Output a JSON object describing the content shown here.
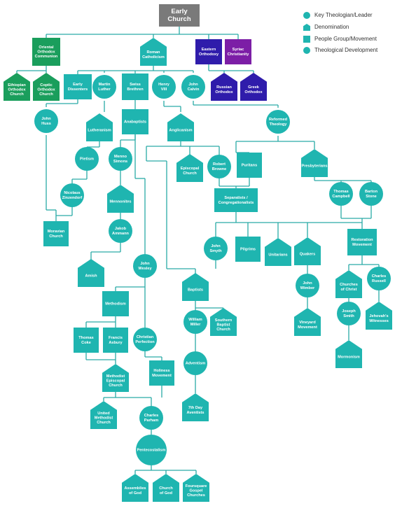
{
  "colors": {
    "teal": "#1fb5b0",
    "green": "#1a9e5c",
    "indigo": "#2f1cab",
    "purple": "#7c1ea6",
    "root": "#7a7a7a",
    "line": "#2aaaa6"
  },
  "legend": [
    {
      "shape": "circle",
      "label": "Key Theologian/Leader"
    },
    {
      "shape": "pentagon",
      "label": "Denomination"
    },
    {
      "shape": "square",
      "label": "People Group/Movement"
    },
    {
      "shape": "circle",
      "label": "Theological Development"
    }
  ],
  "nodes": {
    "early_church": {
      "lines": [
        "Early",
        "Church"
      ],
      "shape": "root",
      "color": "root"
    },
    "oriental": {
      "lines": [
        "Oriental",
        "Orthodox",
        "Communion"
      ],
      "shape": "square",
      "color": "green"
    },
    "roman": {
      "lines": [
        "Roman",
        "Catholicism"
      ],
      "shape": "pentagon",
      "color": "teal"
    },
    "eastern": {
      "lines": [
        "Eastern",
        "Orthodoxy"
      ],
      "shape": "square",
      "color": "indigo"
    },
    "syriac": {
      "lines": [
        "Syriac",
        "Christianity"
      ],
      "shape": "square",
      "color": "purple"
    },
    "ethiopian": {
      "lines": [
        "Ethiopian",
        "Orthodox",
        "Church"
      ],
      "shape": "pentagon",
      "color": "green"
    },
    "coptic": {
      "lines": [
        "Coptic",
        "Orthodox",
        "Church"
      ],
      "shape": "pentagon",
      "color": "green"
    },
    "russian": {
      "lines": [
        "Russian",
        "Orthodox"
      ],
      "shape": "pentagon",
      "color": "indigo"
    },
    "greek": {
      "lines": [
        "Greek",
        "Orthodox"
      ],
      "shape": "pentagon",
      "color": "indigo"
    },
    "early_dissenters": {
      "lines": [
        "Early",
        "Dissenters"
      ],
      "shape": "square",
      "color": "teal"
    },
    "luther": {
      "lines": [
        "Martin",
        "Luther"
      ],
      "shape": "circle",
      "color": "teal"
    },
    "swiss": {
      "lines": [
        "Swiss",
        "Brethren"
      ],
      "shape": "square",
      "color": "teal"
    },
    "henry": {
      "lines": [
        "Henry",
        "VIII"
      ],
      "shape": "circle",
      "color": "teal"
    },
    "calvin": {
      "lines": [
        "John",
        "Calvin"
      ],
      "shape": "circle",
      "color": "teal"
    },
    "huss": {
      "lines": [
        "John",
        "Huss"
      ],
      "shape": "circle",
      "color": "teal"
    },
    "lutheranism": {
      "lines": [
        "Lutheranism"
      ],
      "shape": "pentagon",
      "color": "teal"
    },
    "anabaptists": {
      "lines": [
        "Anabaptists"
      ],
      "shape": "square",
      "color": "teal"
    },
    "anglicanism": {
      "lines": [
        "Anglicanism"
      ],
      "shape": "pentagon",
      "color": "teal"
    },
    "reformed": {
      "lines": [
        "Reformed",
        "Theology"
      ],
      "shape": "circle",
      "color": "teal"
    },
    "pietism": {
      "lines": [
        "Pietism"
      ],
      "shape": "circle",
      "color": "teal"
    },
    "menno": {
      "lines": [
        "Menno",
        "Simons"
      ],
      "shape": "circle",
      "color": "teal"
    },
    "episcopal": {
      "lines": [
        "Episcopal",
        "Church"
      ],
      "shape": "pentagon",
      "color": "teal"
    },
    "browne": {
      "lines": [
        "Robert",
        "Browne"
      ],
      "shape": "circle",
      "color": "teal"
    },
    "puritans": {
      "lines": [
        "Puritans"
      ],
      "shape": "square",
      "color": "teal"
    },
    "presbyterians": {
      "lines": [
        "Presbyterians"
      ],
      "shape": "pentagon",
      "color": "teal"
    },
    "zinzendorf": {
      "lines": [
        "Nicolaus",
        "Zinzendorf"
      ],
      "shape": "circle",
      "color": "teal"
    },
    "mennonites": {
      "lines": [
        "Mennonites"
      ],
      "shape": "pentagon",
      "color": "teal"
    },
    "separatists": {
      "lines": [
        "Separatists /",
        "Congregationalists"
      ],
      "shape": "square",
      "color": "teal"
    },
    "campbell": {
      "lines": [
        "Thomas",
        "Campbell"
      ],
      "shape": "circle",
      "color": "teal"
    },
    "stone": {
      "lines": [
        "Barton",
        "Stone"
      ],
      "shape": "circle",
      "color": "teal"
    },
    "moravian": {
      "lines": [
        "Moravian",
        "Church"
      ],
      "shape": "square",
      "color": "teal"
    },
    "ammann": {
      "lines": [
        "Jakob",
        "Ammann"
      ],
      "shape": "circle",
      "color": "teal"
    },
    "smyth": {
      "lines": [
        "John",
        "Smyth"
      ],
      "shape": "circle",
      "color": "teal"
    },
    "pilgrims": {
      "lines": [
        "Pilgrims"
      ],
      "shape": "square",
      "color": "teal"
    },
    "unitarians": {
      "lines": [
        "Unitarians"
      ],
      "shape": "pentagon",
      "color": "teal"
    },
    "quakers": {
      "lines": [
        "Quakers"
      ],
      "shape": "pentagon",
      "color": "teal"
    },
    "restoration": {
      "lines": [
        "Restoration",
        "Movement"
      ],
      "shape": "square",
      "color": "teal"
    },
    "amish": {
      "lines": [
        "Amish"
      ],
      "shape": "pentagon",
      "color": "teal"
    },
    "wesley": {
      "lines": [
        "John",
        "Wesley"
      ],
      "shape": "circle",
      "color": "teal"
    },
    "baptists": {
      "lines": [
        "Baptists"
      ],
      "shape": "pentagon",
      "color": "teal"
    },
    "wimber": {
      "lines": [
        "John",
        "Wimber"
      ],
      "shape": "circle",
      "color": "teal"
    },
    "churches_christ": {
      "lines": [
        "Churches",
        "of Christ"
      ],
      "shape": "pentagon",
      "color": "teal"
    },
    "russell": {
      "lines": [
        "Charles",
        "Russell"
      ],
      "shape": "circle",
      "color": "teal"
    },
    "methodism": {
      "lines": [
        "Methodism"
      ],
      "shape": "square",
      "color": "teal"
    },
    "miller": {
      "lines": [
        "William",
        "Miller"
      ],
      "shape": "circle",
      "color": "teal"
    },
    "southern_baptist": {
      "lines": [
        "Southern",
        "Baptist",
        "Church"
      ],
      "shape": "pentagon",
      "color": "teal"
    },
    "vineyard": {
      "lines": [
        "Vineyard",
        "Movement"
      ],
      "shape": "pentagon",
      "color": "teal"
    },
    "joseph_smith": {
      "lines": [
        "Joseph",
        "Smith"
      ],
      "shape": "circle",
      "color": "teal"
    },
    "jehovah": {
      "lines": [
        "Jehovah's",
        "Witnesses"
      ],
      "shape": "pentagon",
      "color": "teal"
    },
    "coke": {
      "lines": [
        "Thomas",
        "Coke"
      ],
      "shape": "square",
      "color": "teal"
    },
    "asbury": {
      "lines": [
        "Francis",
        "Asbury"
      ],
      "shape": "square",
      "color": "teal"
    },
    "perfection": {
      "lines": [
        "Christian",
        "Perfection"
      ],
      "shape": "circle",
      "color": "teal"
    },
    "adventism": {
      "lines": [
        "Adventism"
      ],
      "shape": "circle",
      "color": "teal"
    },
    "mormonism": {
      "lines": [
        "Mormonism"
      ],
      "shape": "pentagon",
      "color": "teal"
    },
    "mec": {
      "lines": [
        "Methodist",
        "Episcopal",
        "Church"
      ],
      "shape": "pentagon",
      "color": "teal"
    },
    "holiness": {
      "lines": [
        "Holiness",
        "Movement"
      ],
      "shape": "square",
      "color": "teal"
    },
    "seventh_day": {
      "lines": [
        "7th Day",
        "Aventists"
      ],
      "shape": "pentagon",
      "color": "teal"
    },
    "umc": {
      "lines": [
        "United",
        "Methodist",
        "Church"
      ],
      "shape": "pentagon",
      "color": "teal"
    },
    "parham": {
      "lines": [
        "Charles",
        "Parham"
      ],
      "shape": "circle",
      "color": "teal"
    },
    "pentecostalism": {
      "lines": [
        "Pentecostalism"
      ],
      "shape": "circle",
      "color": "teal"
    },
    "assemblies": {
      "lines": [
        "Assemblies",
        "of God"
      ],
      "shape": "pentagon",
      "color": "teal"
    },
    "church_god": {
      "lines": [
        "Church",
        "of God"
      ],
      "shape": "pentagon",
      "color": "teal"
    },
    "foursquare": {
      "lines": [
        "Foursquare",
        "Gospel",
        "Churches"
      ],
      "shape": "pentagon",
      "color": "teal"
    }
  }
}
